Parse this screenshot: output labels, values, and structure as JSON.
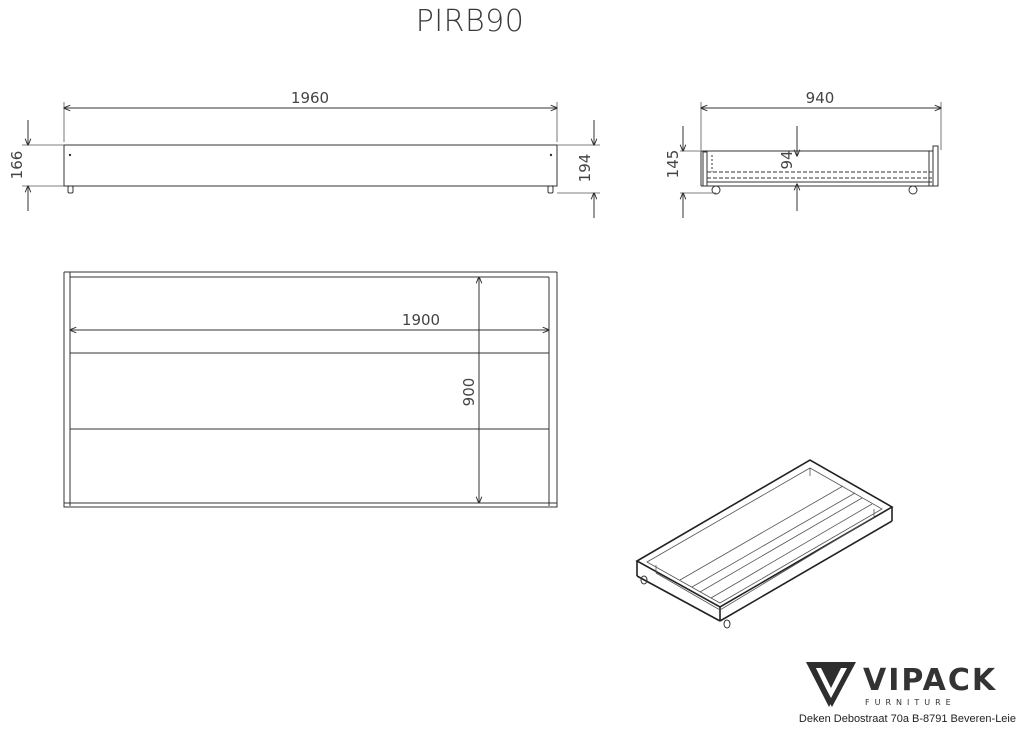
{
  "title": "PIRB90",
  "dimensions": {
    "front_length": "1960",
    "front_height_left": "166",
    "front_height_right": "194",
    "side_width": "940",
    "side_height": "145",
    "side_inner_height": "94",
    "top_length": "1900",
    "top_width": "900"
  },
  "brand": {
    "name": "VIPACK",
    "subtitle": "FURNITURE",
    "logo_icon": "vipack-v-logo-icon",
    "address": "Deken Debostraat 70a B-8791 Beveren-Leie"
  }
}
